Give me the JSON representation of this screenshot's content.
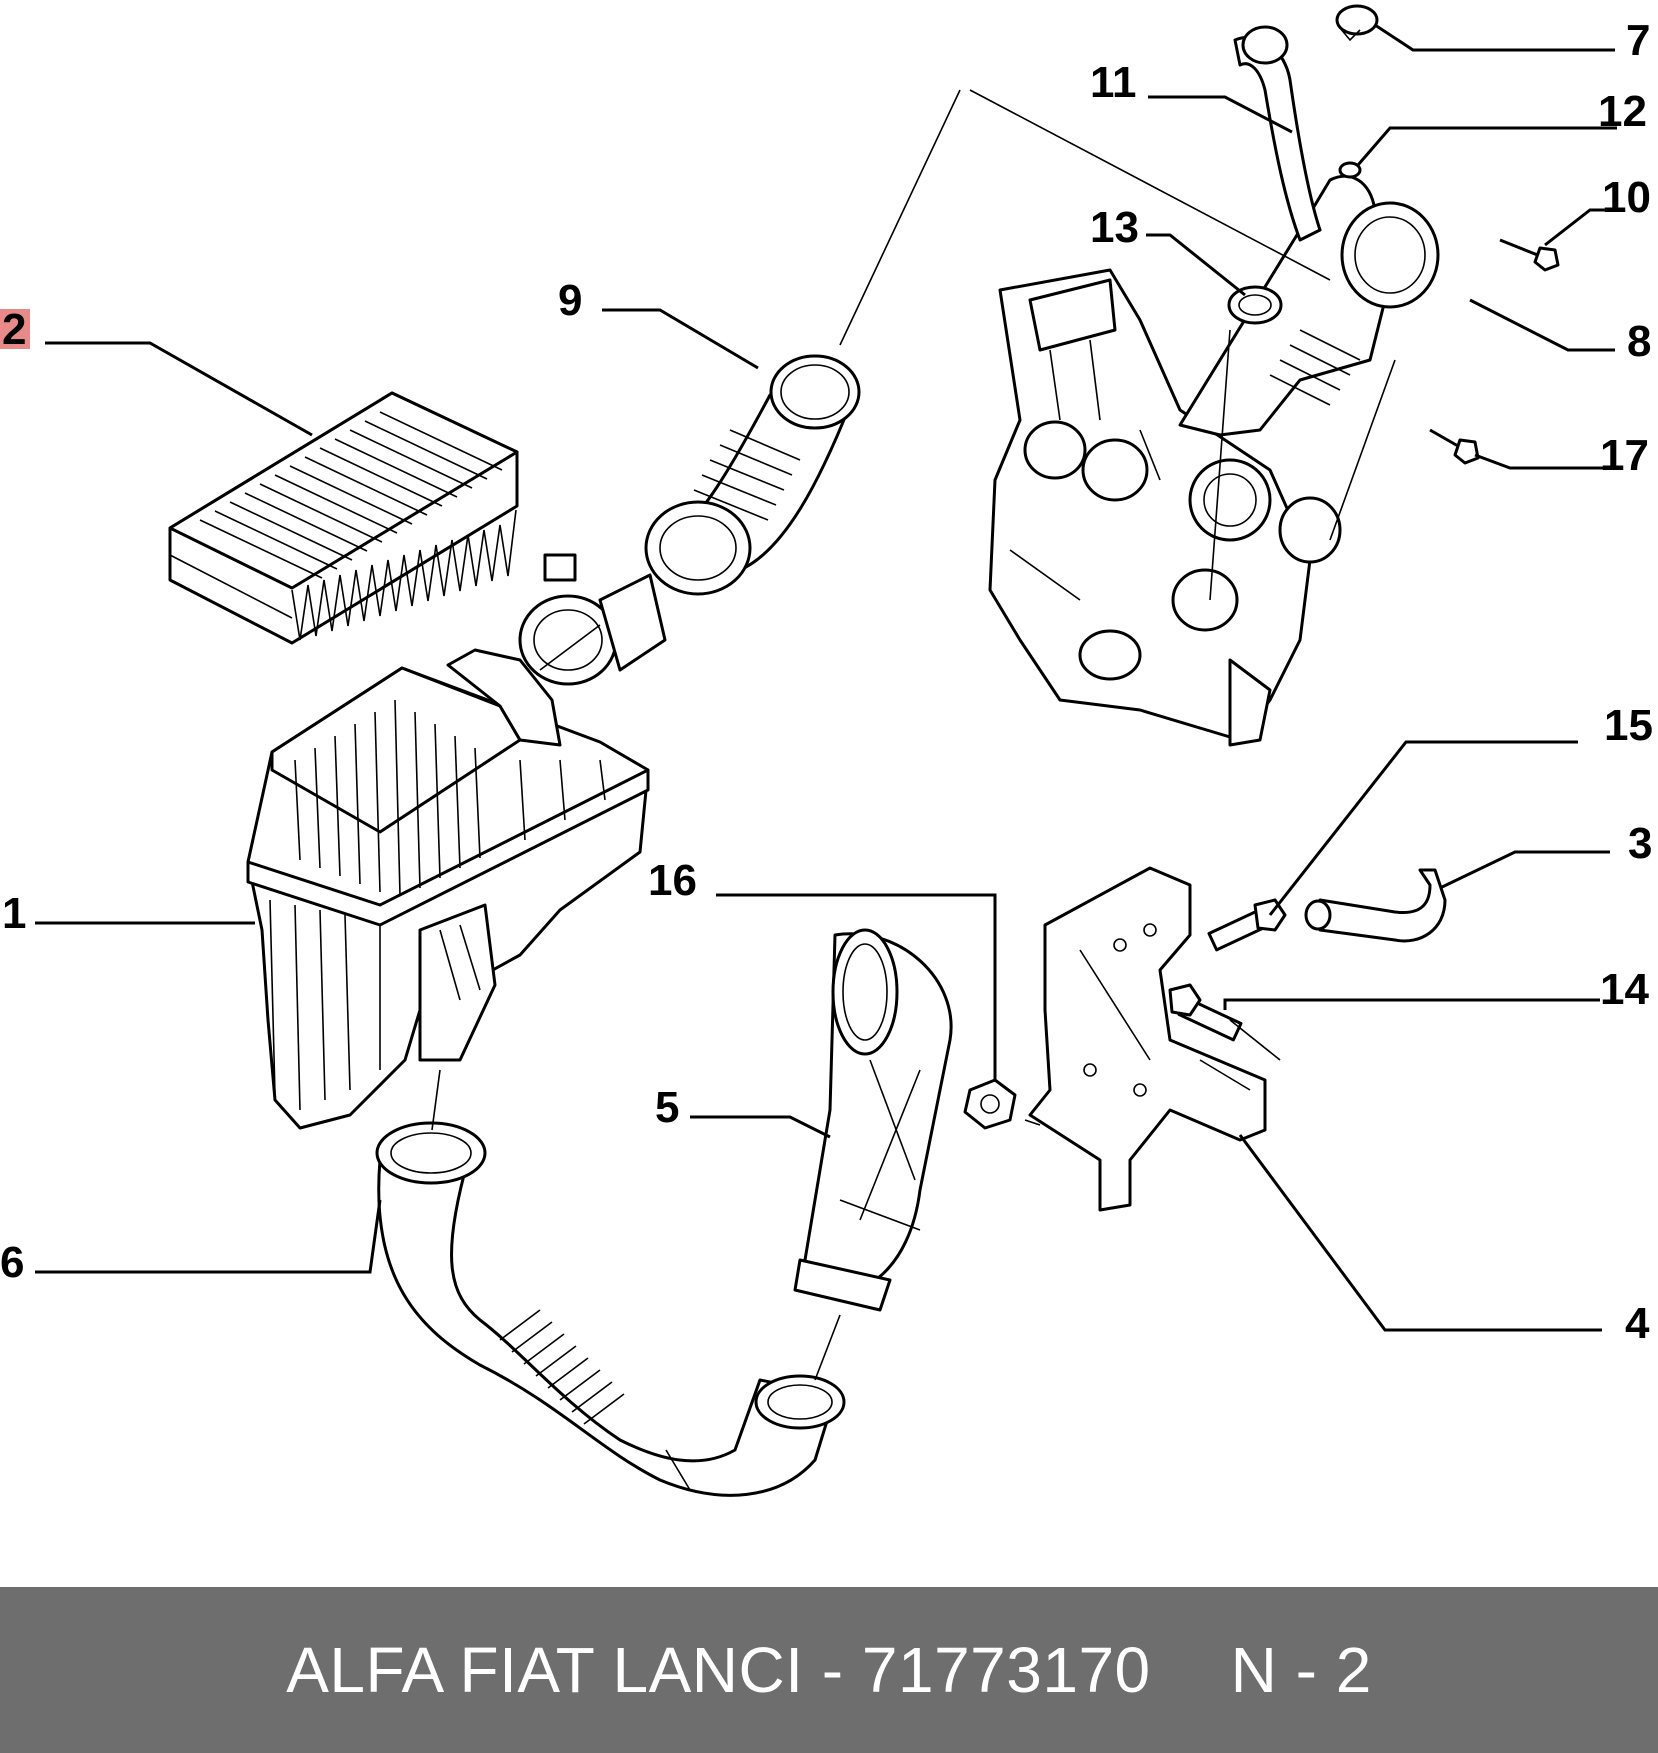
{
  "callouts": {
    "c1": "1",
    "c2": "2",
    "c3": "3",
    "c4": "4",
    "c5": "5",
    "c6": "6",
    "c7": "7",
    "c8": "8",
    "c9": "9",
    "c10": "10",
    "c11": "11",
    "c12": "12",
    "c13": "13",
    "c14": "14",
    "c15": "15",
    "c16": "16",
    "c17": "17"
  },
  "highlighted_callout": "2",
  "colors": {
    "footer_bg": "#6e6e6e",
    "footer_text": "#ffffff",
    "highlight": "#e88a8a"
  },
  "footer": {
    "brand_part": "ALFA FIAT LANCI - 71773170",
    "reference": "N - 2"
  }
}
